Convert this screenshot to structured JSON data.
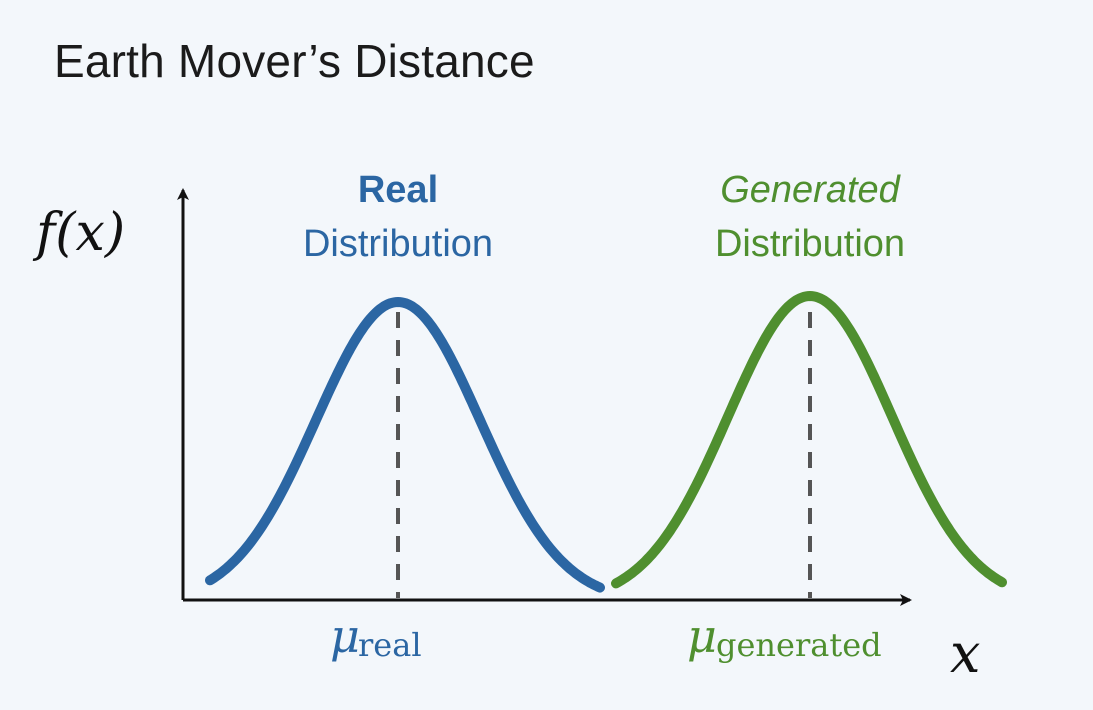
{
  "slide": {
    "title": "Earth Mover’s Distance"
  },
  "axes": {
    "y_label": "f(x)",
    "x_label": "x"
  },
  "real_distribution": {
    "label_line1": "Real",
    "label_line2": "Distribution",
    "mean_label_symbol": "μ",
    "mean_label_subscript": "real",
    "color": "#2b66a3"
  },
  "generated_distribution": {
    "label_line1": "Generated",
    "label_line2": "Distribution",
    "mean_label_symbol": "μ",
    "mean_label_subscript": "generated",
    "color": "#4f8f2f"
  },
  "colors": {
    "axis": "#111111",
    "dashed_mean_line": "#555555",
    "background": "#f3f7fb"
  }
}
